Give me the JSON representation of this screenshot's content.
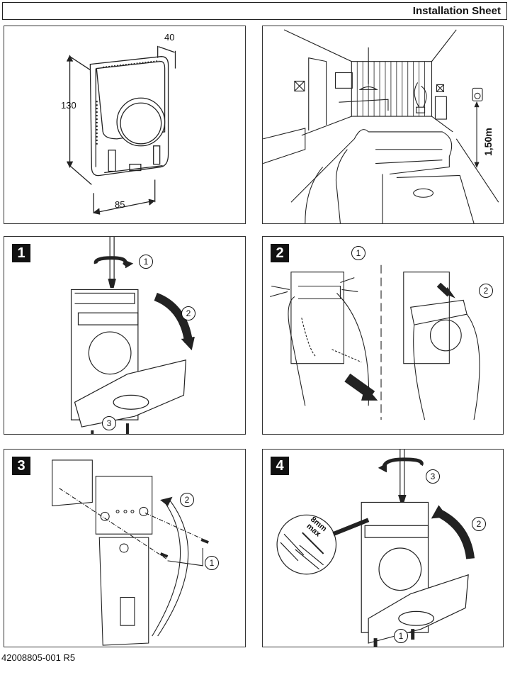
{
  "header": {
    "title": "Installation Sheet"
  },
  "dimensions_panel": {
    "height_label": "130",
    "depth_label": "40",
    "width_label": "85"
  },
  "room_panel": {
    "mounting_height_label": "1,50m"
  },
  "steps": [
    {
      "number": "1",
      "callouts": [
        "1",
        "2",
        "3"
      ]
    },
    {
      "number": "2",
      "callouts": [
        "1",
        "2"
      ]
    },
    {
      "number": "3",
      "callouts": [
        "2",
        "1"
      ]
    },
    {
      "number": "4",
      "callouts": [
        "3",
        "2",
        "1"
      ],
      "strip_length_label": [
        "8mm",
        "max"
      ]
    }
  ],
  "footer": {
    "document_code": "42008805-001 R5"
  }
}
